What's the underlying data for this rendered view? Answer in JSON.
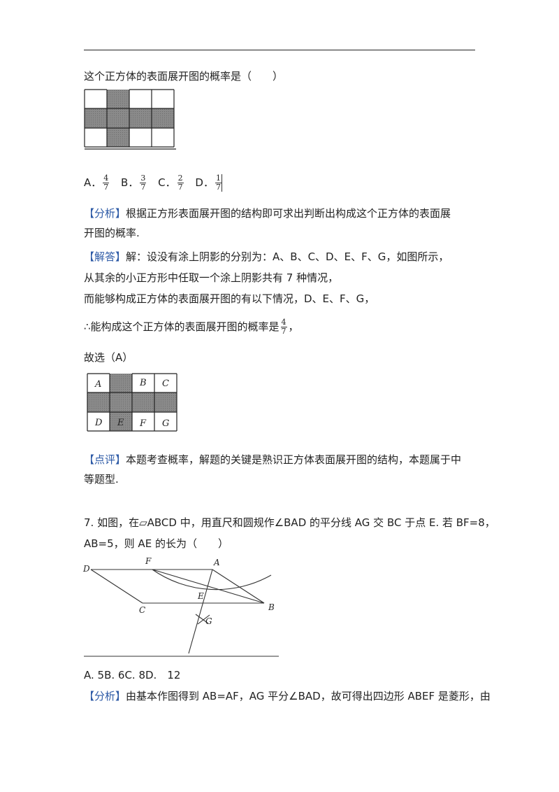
{
  "q6": {
    "stem_tail": "这个正方体的表面展开图的概率是（　　）",
    "options": [
      {
        "letter": "A．",
        "num": "4",
        "den": "7"
      },
      {
        "letter": "B．",
        "num": "3",
        "den": "7"
      },
      {
        "letter": "C．",
        "num": "2",
        "den": "7"
      },
      {
        "letter": "D．",
        "num": "1",
        "den": "7"
      }
    ],
    "analysis_tag": "【分析】",
    "analysis_l1": "根据正方形表面展开图的结构即可求出判断出构成这个正方体的表面展",
    "analysis_l2": "开图的概率.",
    "answer_tag": "【解答】",
    "answer_l1": "解：设没有涂上阴影的分别为：A、B、C、D、E、F、G，如图所示，",
    "answer_l2": "从其余的小正方形中任取一个涂上阴影共有 7 种情况，",
    "answer_l3": "而能够构成正方体的表面展开图的有以下情况，D、E、F、G，",
    "answer_l4_pre": "∴能构成这个正方体的表面展开图的概率是",
    "answer_l4_num": "4",
    "answer_l4_den": "7",
    "answer_l4_post": "，",
    "choose": "故选（A）",
    "grid_labels": {
      "A": "A",
      "B": "B",
      "C": "C",
      "D": "D",
      "E": "E",
      "F": "F",
      "G": "G"
    },
    "comment_tag": "【点评】",
    "comment_l1": "本题考查概率，解题的关键是熟识正方体表面展开图的结构，本题属于中",
    "comment_l2": "等题型."
  },
  "q7": {
    "stem_l1": "7. 如图，在▱ABCD 中，用直尺和圆规作∠BAD 的平分线 AG 交 BC 于点 E. 若 BF=8，",
    "stem_l2": "AB=5，则 AE 的长为（　　）",
    "fig_labels": {
      "D": "D",
      "F": "F",
      "A": "A",
      "E": "E",
      "B": "B",
      "C": "C",
      "G": "G"
    },
    "options": "A. 5B. 6C. 8D.　12",
    "analysis_tag": "【分析】",
    "analysis_l1": "由基本作图得到 AB=AF，AG 平分∠BAD，故可得出四边形 ABEF 是菱形，由"
  },
  "colors": {
    "tag": "#2d5aa6",
    "shade": "#8a8a8a"
  }
}
